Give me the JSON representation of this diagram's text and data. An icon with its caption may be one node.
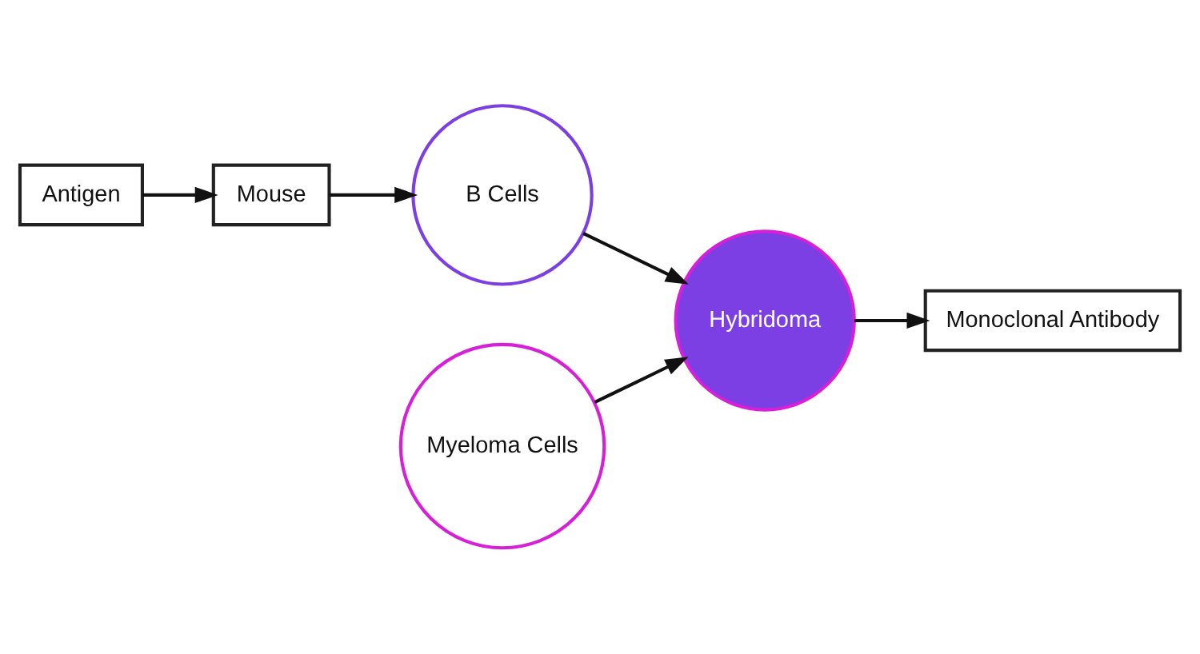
{
  "diagram": {
    "nodes": [
      {
        "text": [
          "Antigen"
        ]
      },
      {
        "text": [
          "Mouse"
        ]
      },
      {
        "text": [
          "B Cells"
        ]
      },
      {
        "text": [
          "Myeloma Cells"
        ]
      },
      {
        "text": [
          "Hybridoma"
        ]
      },
      {
        "text": [
          "Monoclonal Antibody"
        ]
      }
    ],
    "edges": [
      {
        "from": 0,
        "to": 1,
        "arrow": "to"
      },
      {
        "from": 1,
        "to": 2,
        "arrow": "to"
      },
      {
        "from": 2,
        "to": 4,
        "arrow": "to"
      },
      {
        "from": 3,
        "to": 4,
        "arrow": "to"
      },
      {
        "from": 4,
        "to": 5,
        "arrow": "to"
      }
    ]
  }
}
